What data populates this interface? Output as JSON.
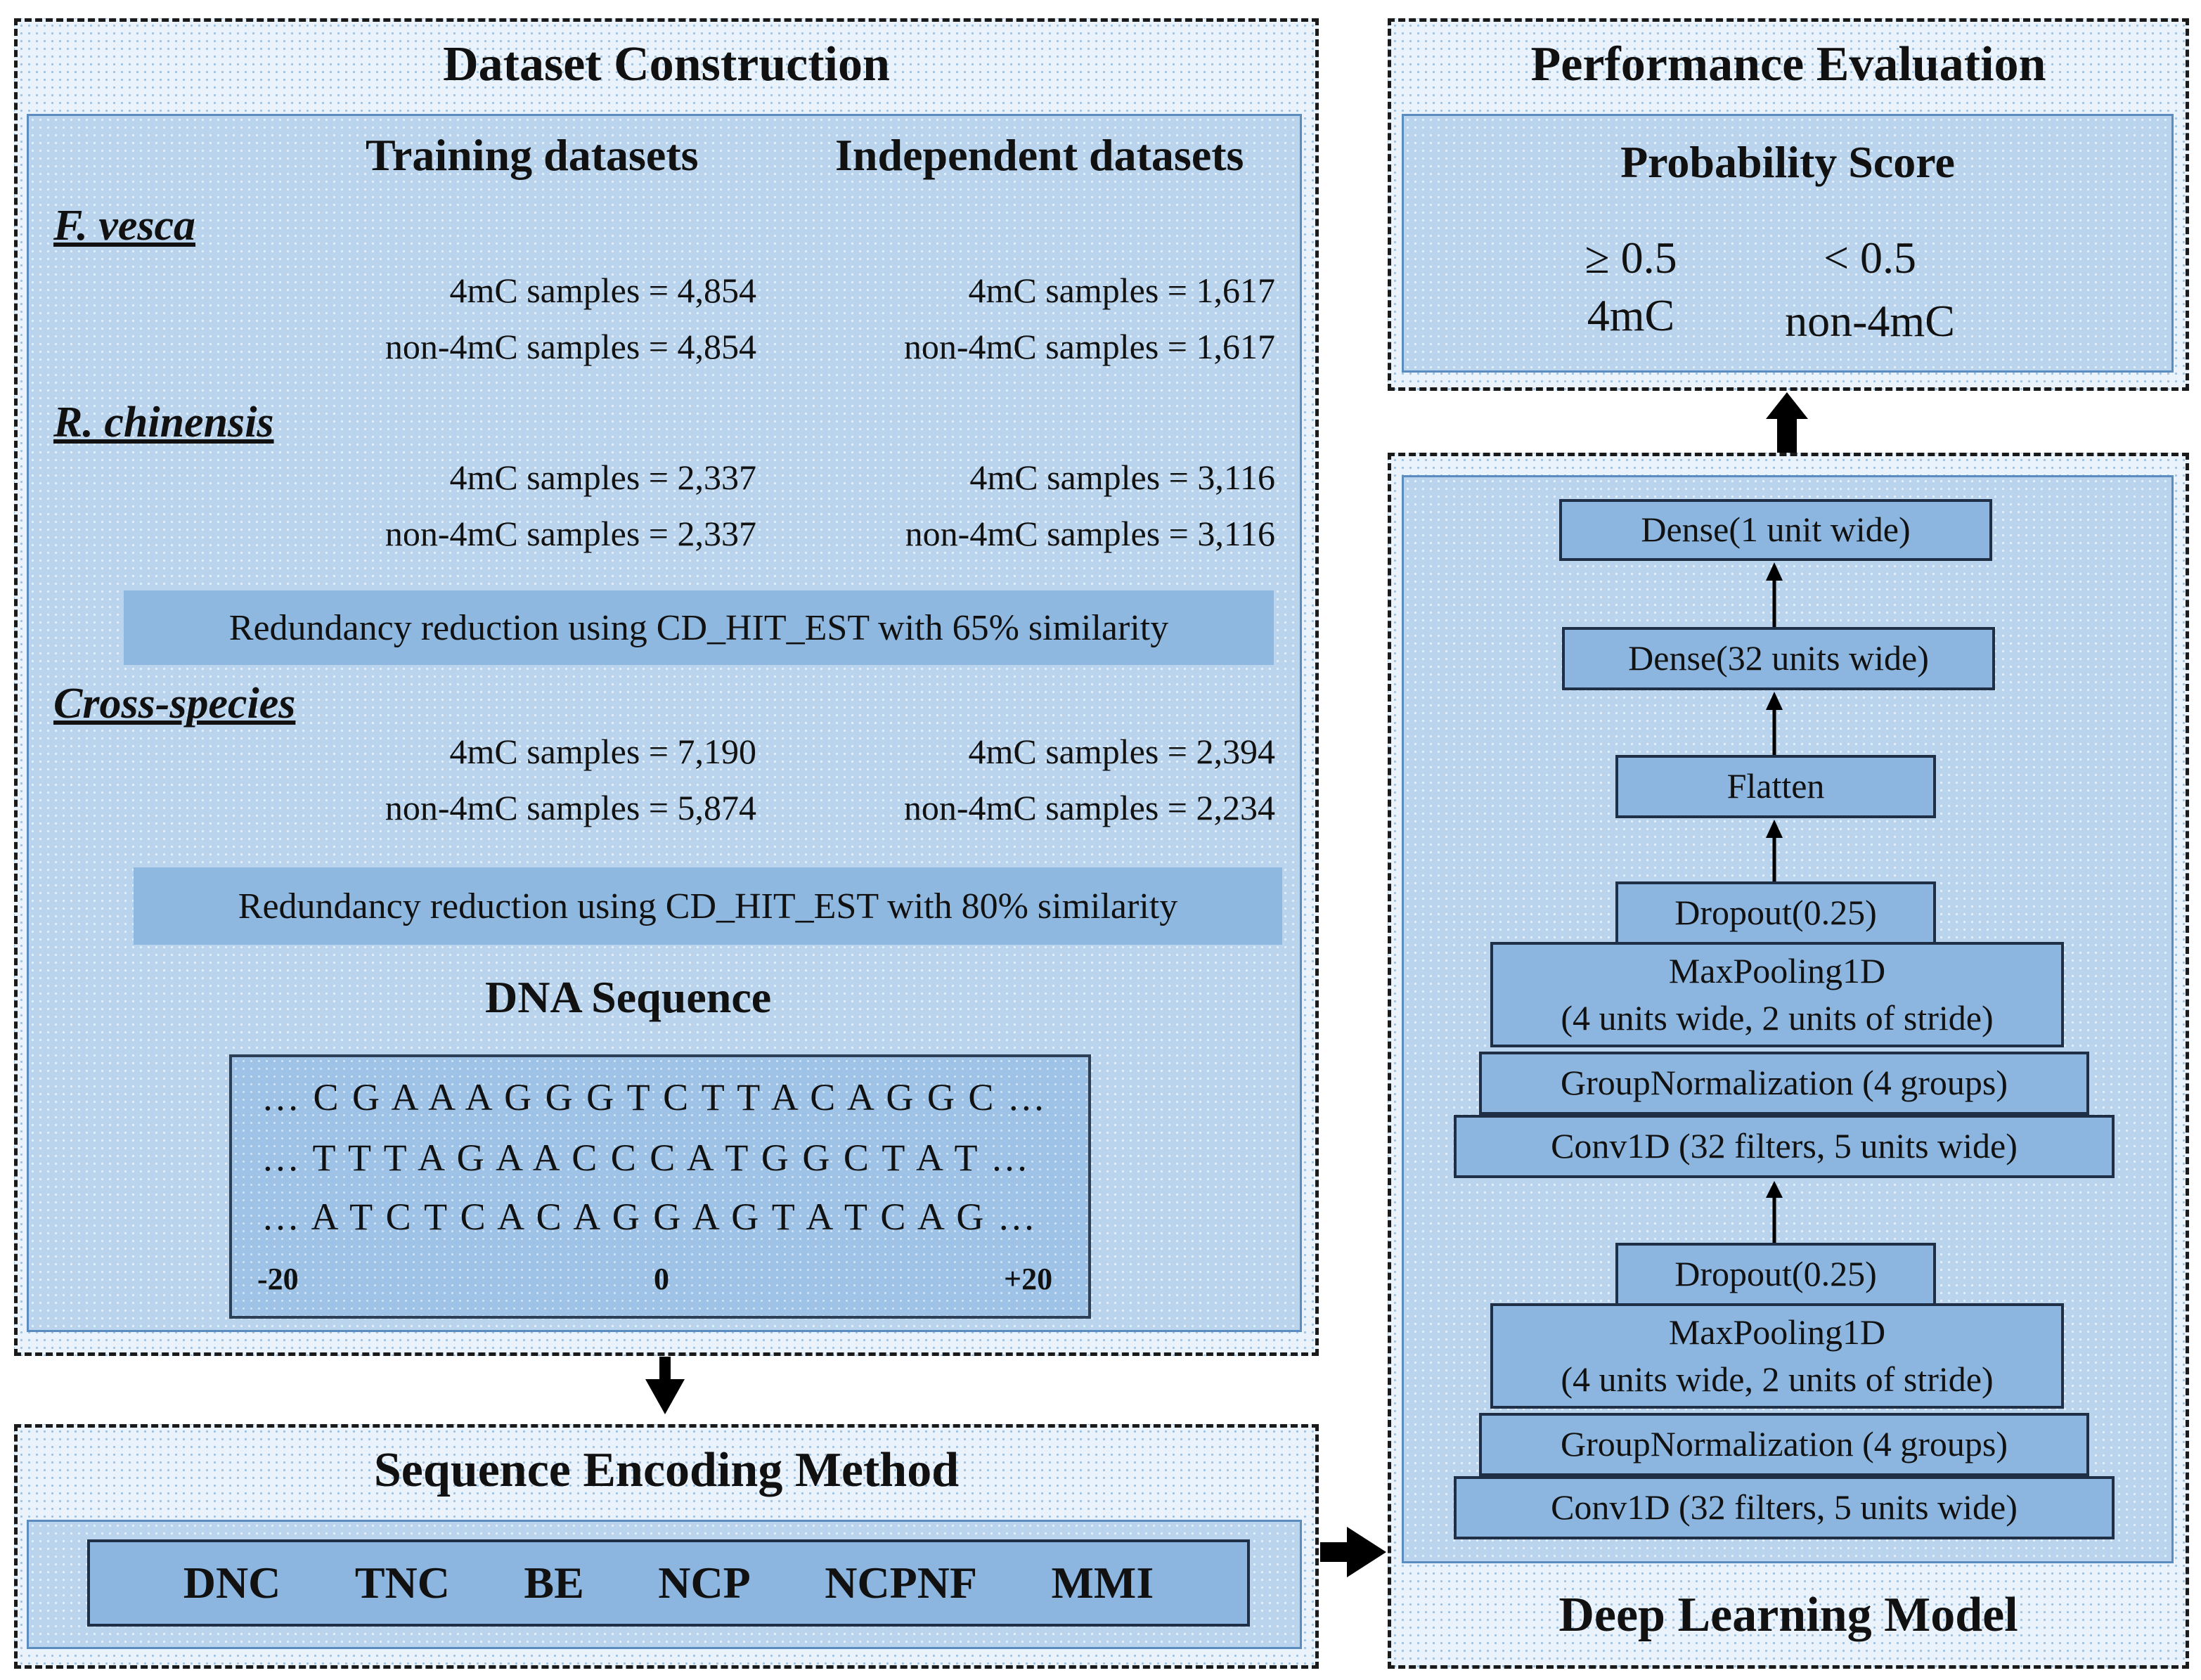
{
  "dataset": {
    "title": "Dataset Construction",
    "training_header": "Training datasets",
    "independent_header": "Independent datasets",
    "species": [
      {
        "name": "F. vesca",
        "training": [
          "4mC samples = 4,854",
          "non-4mC samples = 4,854"
        ],
        "independent": [
          "4mC samples = 1,617",
          "non-4mC samples = 1,617"
        ]
      },
      {
        "name": "R. chinensis",
        "training": [
          "4mC samples = 2,337",
          "non-4mC samples = 2,337"
        ],
        "independent": [
          "4mC samples = 3,116",
          "non-4mC samples = 3,116"
        ]
      },
      {
        "name": "Cross-species",
        "training": [
          "4mC samples = 7,190",
          "non-4mC samples = 5,874"
        ],
        "independent": [
          "4mC samples = 2,394",
          "non-4mC samples = 2,234"
        ]
      }
    ],
    "redundancy_65": "Redundancy reduction using CD_HIT_EST with 65% similarity",
    "redundancy_80": "Redundancy reduction using CD_HIT_EST with 80% similarity",
    "dna_title": "DNA Sequence",
    "sequences": [
      "… C G A A A G G G T C T T A C A G G C …",
      "… T T T A G A A C C C  A T G G C T A T …",
      "… A T C T C A C A G G  A G T A T C A G …"
    ],
    "positions": [
      "-20",
      "0",
      "+20"
    ]
  },
  "encoding": {
    "title": "Sequence Encoding Method",
    "methods": [
      "DNC",
      "TNC",
      "BE",
      "NCP",
      "NCPNF",
      "MMI"
    ]
  },
  "evaluation": {
    "title": "Performance Evaluation",
    "score_title": "Probability Score",
    "threshold_high": "≥ 0.5",
    "label_high": "4mC",
    "threshold_low": "< 0.5",
    "label_low": "non-4mC"
  },
  "model": {
    "title": "Deep Learning Model",
    "dense1": "Dense(1 unit wide)",
    "dense32": "Dense(32 units wide)",
    "flatten": "Flatten",
    "block2": {
      "dropout": "Dropout(0.25)",
      "maxpool_1": "MaxPooling1D",
      "maxpool_2": "(4 units wide, 2 units of stride)",
      "groupnorm": "GroupNormalization (4 groups)",
      "conv": "Conv1D (32 filters, 5 units wide)"
    },
    "block1": {
      "dropout": "Dropout(0.25)",
      "maxpool_1": "MaxPooling1D",
      "maxpool_2": "(4 units wide, 2 units of stride)",
      "groupnorm": "GroupNormalization (4 groups)",
      "conv": "Conv1D (32 filters, 5 units wide)"
    }
  }
}
